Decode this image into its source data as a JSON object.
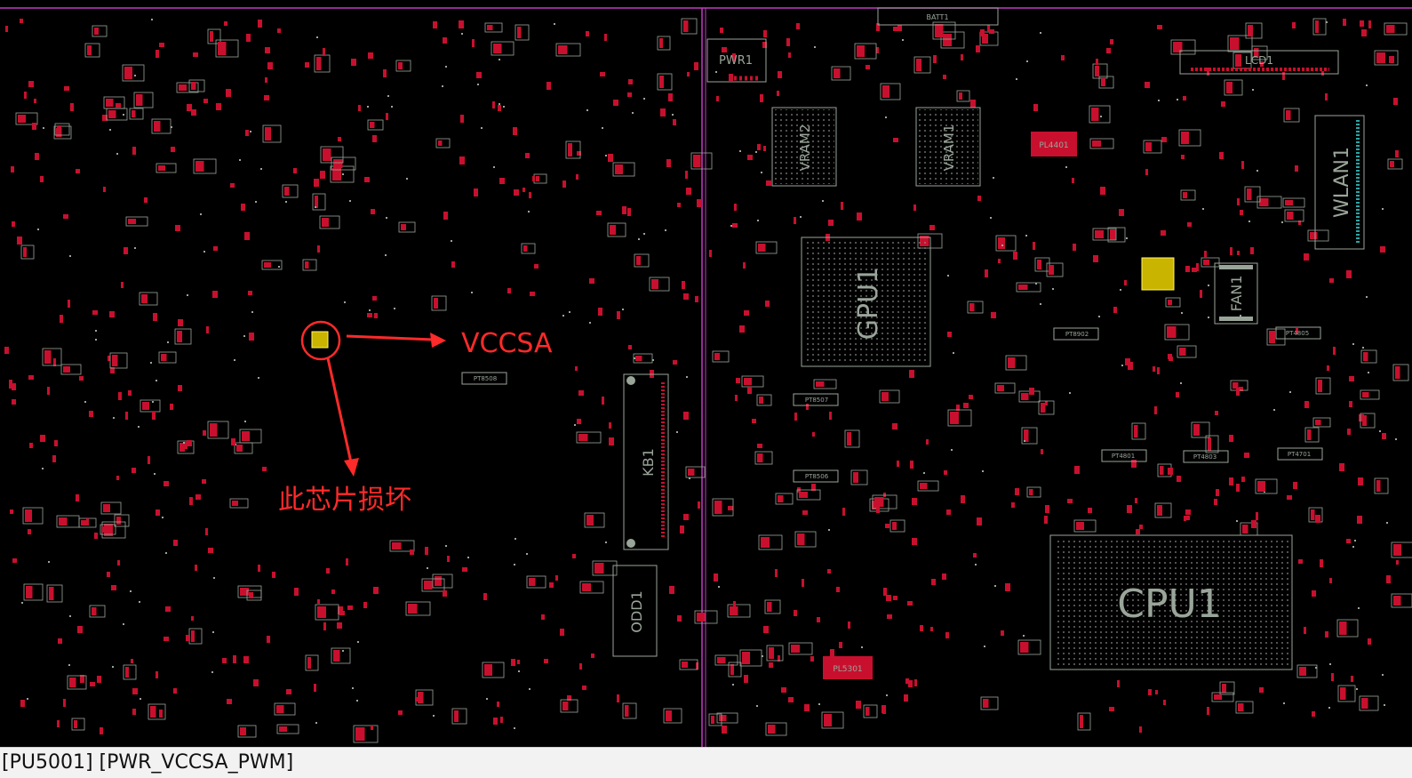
{
  "board": {
    "components": {
      "batt": "BATT1",
      "lcd": "LCD1",
      "pwr": "PWR1",
      "vram2": "VRAM2",
      "vram1": "VRAM1",
      "wlan": "WLAN1",
      "gpu": "GPU1",
      "fan1": "FAN1",
      "kb": "KB1",
      "odd": "ODD1",
      "cpu": "CPU1",
      "pl4401": "PL4401",
      "pl5301": "PL5301",
      "pt8508": "PT8508",
      "pt8507": "PT8507",
      "pt8506": "PT8506",
      "pt8902": "PT8902",
      "pt4805": "PT4805",
      "pt4801": "PT4801",
      "pt4803": "PT4803",
      "pt4701": "PT4701"
    }
  },
  "annotations": {
    "rail_label": "VCCSA",
    "damage_note": "此芯片损坏"
  },
  "status_bar": {
    "text": "[PU5001] [PWR_VCCSA_PWM]"
  },
  "colors": {
    "background": "#000000",
    "pad": "#c8102e",
    "silkscreen": "#9aa59a",
    "divider": "#c23cc2",
    "highlight_chip": "#c9b400",
    "annotation": "#ff2a2a"
  }
}
